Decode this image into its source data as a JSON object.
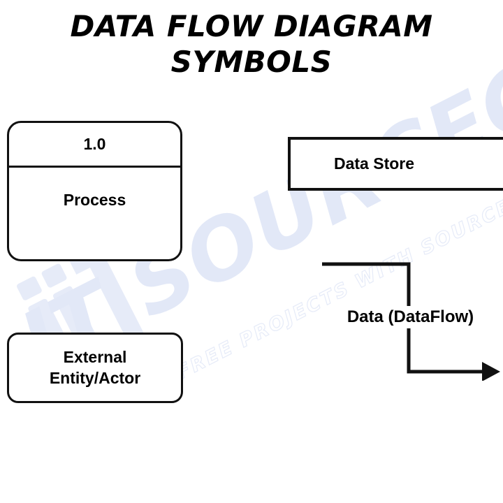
{
  "page": {
    "background_color": "#ffffff",
    "ink_color": "#111111"
  },
  "title": {
    "line1": "DATA FLOW DIAGRAM",
    "line2": "SYMBOLS"
  },
  "symbols": {
    "process": {
      "number": "1.0",
      "label": "Process"
    },
    "data_store": {
      "label": "Data Store"
    },
    "external_entity": {
      "line1": "External",
      "line2": "Entity/Actor"
    },
    "data_flow": {
      "label": "Data (DataFlow)"
    }
  },
  "watermark": {
    "brand": "IT SOURCECODE",
    "tagline": "FREE PROJECTS WITH SOURCE CODE",
    "color": "#e2e8f7"
  }
}
